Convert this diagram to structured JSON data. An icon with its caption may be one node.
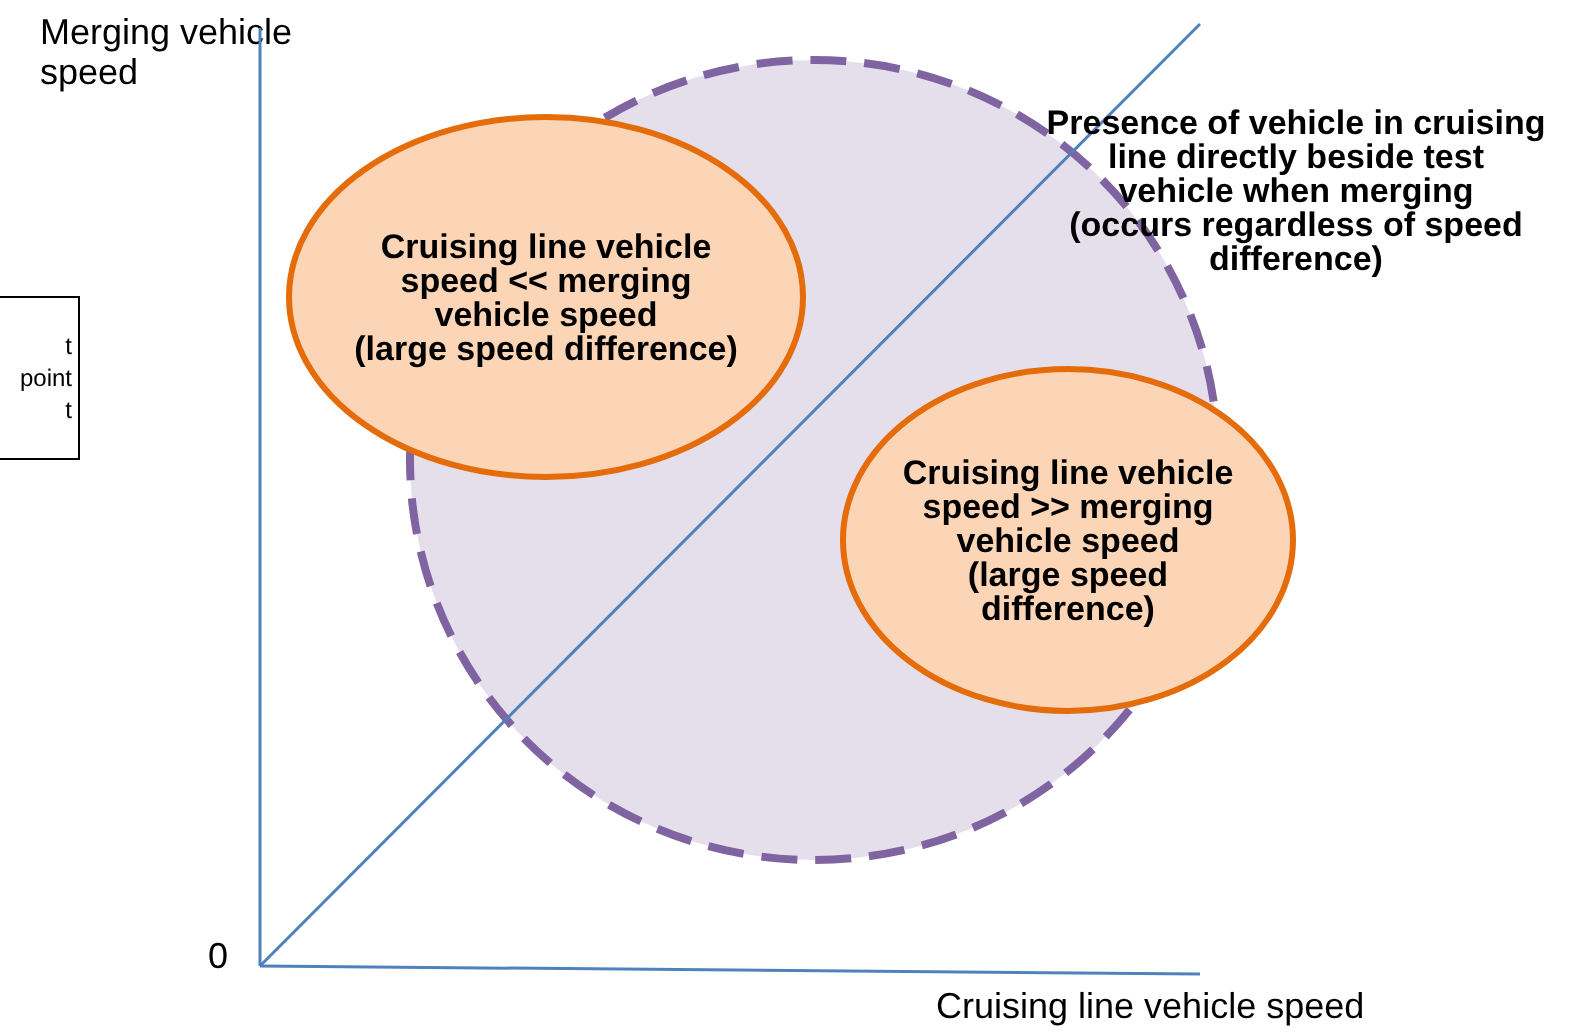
{
  "diagram": {
    "nodes": [
      {
        "text": [
          "Presence of vehicle in cruising line directly beside test vehicle when merging",
          "(occurs regardless of speed difference)"
        ]
      },
      {
        "text": [
          "Cruising line vehicle speed << merging vehicle speed",
          "(large speed difference)"
        ]
      },
      {
        "text": [
          "Cruising line vehicle speed >> merging vehicle speed",
          "(large speed difference)"
        ]
      },
      {
        "text": [
          "t",
          "point",
          "t"
        ]
      }
    ],
    "edges": [],
    "labels": [
      "Merging vehicle speed",
      "0",
      "Cruising line vehicle speed"
    ]
  }
}
